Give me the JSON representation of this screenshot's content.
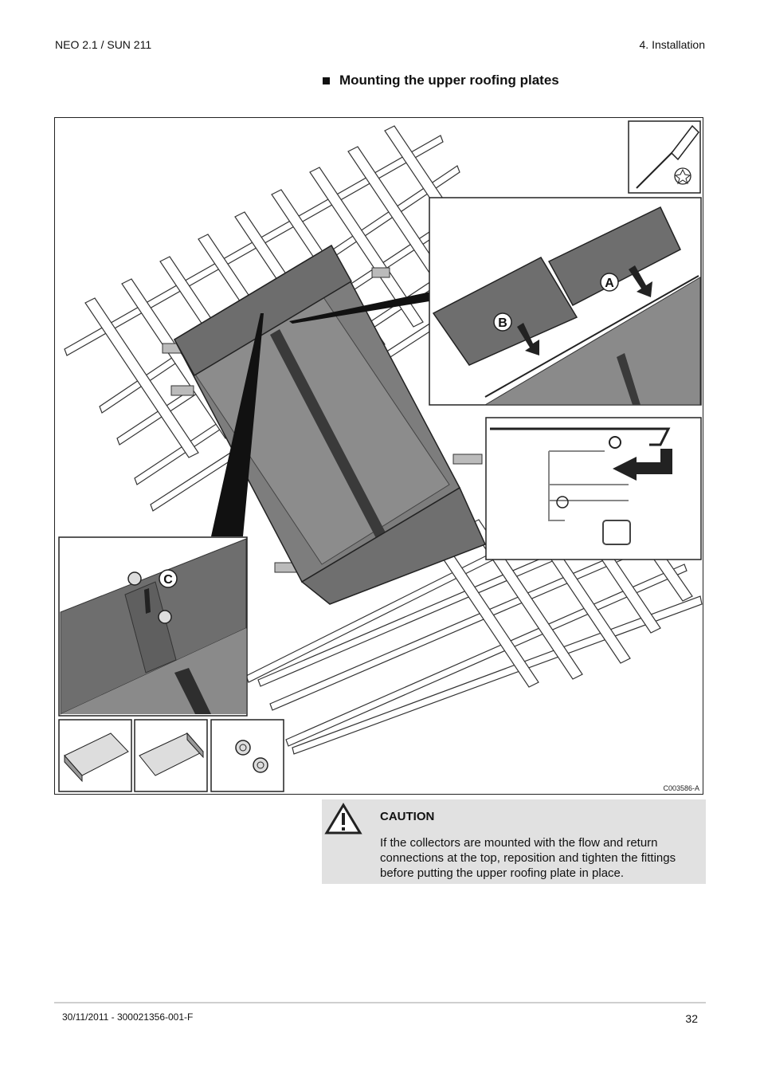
{
  "header": {
    "product": "NEO 2.1 / SUN 211",
    "chapter": "4.  Installation"
  },
  "section": {
    "title": "Mounting the upper roofing plates"
  },
  "figure": {
    "code": "C003586-A",
    "callouts": {
      "a": "A",
      "b": "B",
      "c": "C"
    },
    "tool_icon": "torx-screwdriver-icon"
  },
  "caution": {
    "icon": "warning-triangle-icon",
    "title": "CAUTION",
    "line1": "If the collectors are mounted with the flow and return",
    "line2": "connections at the top, reposition and tighten the fittings",
    "line3": "before putting the upper roofing plate in place."
  },
  "footer": {
    "date_ref": "30/11/2011  - 300021356-001-F",
    "page": "32"
  }
}
